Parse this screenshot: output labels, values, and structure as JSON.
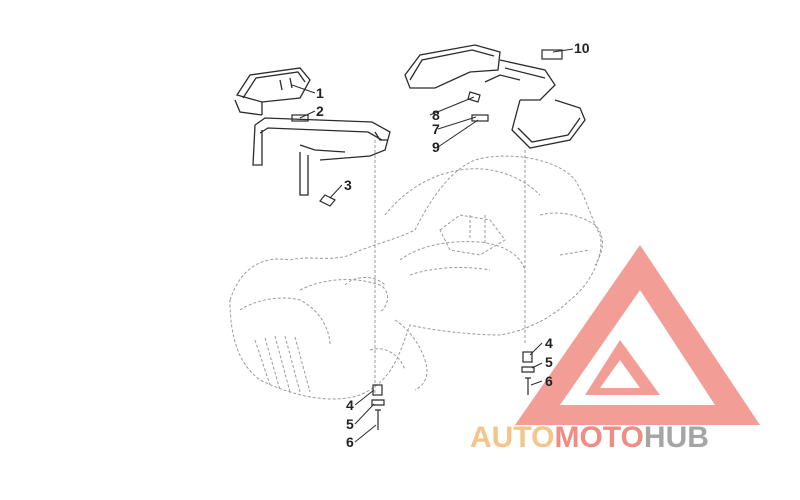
{
  "callouts": {
    "c1": "1",
    "c2": "2",
    "c3": "3",
    "c4_left": "4",
    "c5_left": "5",
    "c6_left": "6",
    "c4_right": "4",
    "c5_right": "5",
    "c6_right": "6",
    "c7": "7",
    "c8": "8",
    "c9": "9",
    "c10": "10"
  },
  "watermark": {
    "part1": "AUTO",
    "part2": "MOTO",
    "part3": "HUB",
    "color_auto": "#f5c48a",
    "color_moto": "#f08c84",
    "color_hub": "#a5a5a5",
    "logo_color": "#f08c84"
  },
  "colors": {
    "line": "#2b2b2b",
    "dashed": "#9a9a9a"
  }
}
